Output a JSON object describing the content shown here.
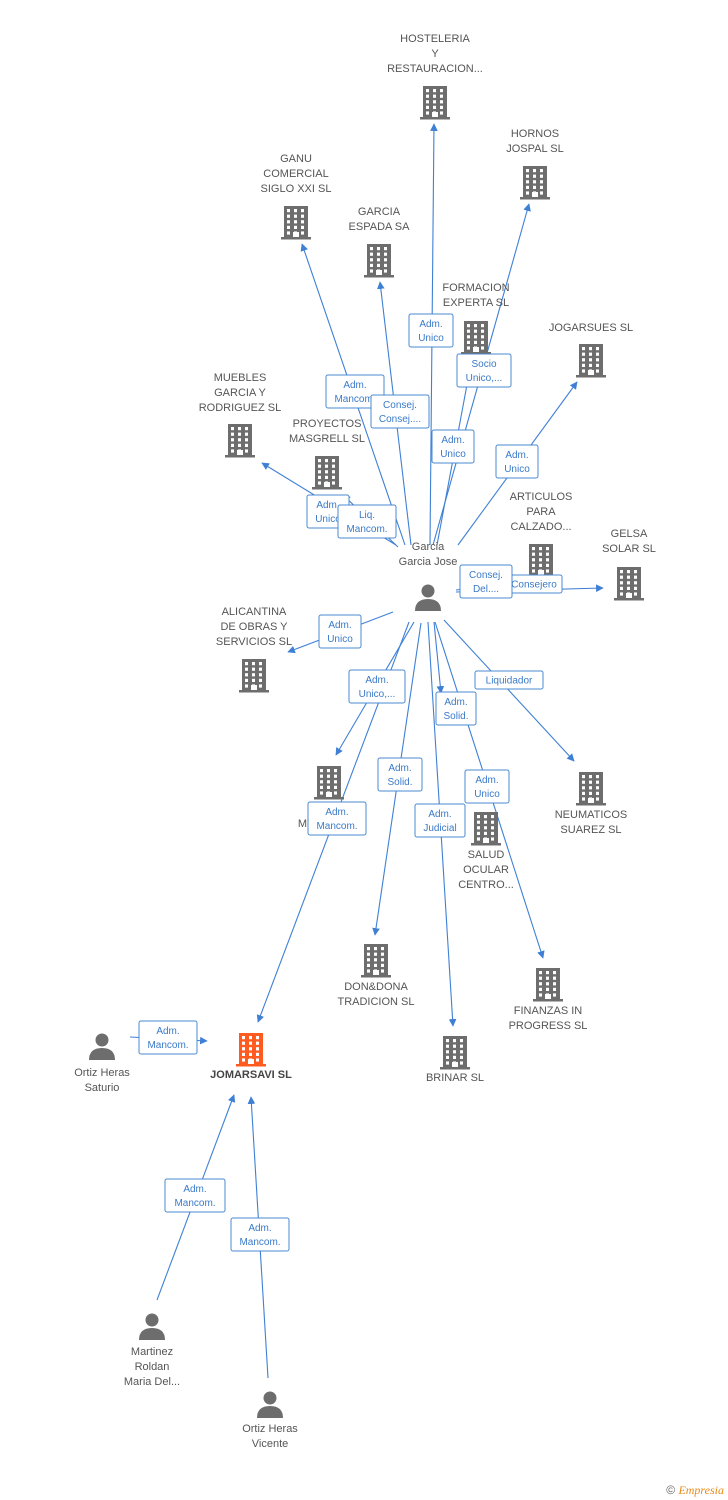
{
  "colors": {
    "accent": "#ff5a1f",
    "node": "#6d6d6d",
    "edge": "#3f80d5",
    "label": "#555555"
  },
  "nodes": [
    {
      "id": "hosteleria",
      "kind": "company",
      "label": [
        "HOSTELERIA",
        "Y",
        "RESTAURACION..."
      ]
    },
    {
      "id": "hornos",
      "kind": "company",
      "label": [
        "HORNOS",
        "JOSPAL SL"
      ]
    },
    {
      "id": "ganu",
      "kind": "company",
      "label": [
        "GANU",
        "COMERCIAL",
        "SIGLO XXI SL"
      ]
    },
    {
      "id": "garcia_espada",
      "kind": "company",
      "label": [
        "GARCIA",
        "ESPADA SA"
      ]
    },
    {
      "id": "formacion",
      "kind": "company",
      "label": [
        "FORMACION",
        "EXPERTA  SL"
      ]
    },
    {
      "id": "jogarsues",
      "kind": "company",
      "label": [
        "JOGARSUES SL"
      ]
    },
    {
      "id": "muebles",
      "kind": "company",
      "label": [
        "MUEBLES",
        "GARCIA Y",
        "RODRIGUEZ SL"
      ]
    },
    {
      "id": "proyectos",
      "kind": "company",
      "label": [
        "PROYECTOS",
        "MASGRELL SL"
      ]
    },
    {
      "id": "articulos",
      "kind": "company",
      "label": [
        "ARTICULOS",
        "PARA",
        "CALZADO..."
      ]
    },
    {
      "id": "gelsa",
      "kind": "company",
      "label": [
        "GELSA",
        "SOLAR SL"
      ]
    },
    {
      "id": "garcia_jose",
      "kind": "person",
      "label": [
        "Garcia",
        "Garcia Jose"
      ]
    },
    {
      "id": "alicantina",
      "kind": "company",
      "label": [
        "ALICANTINA",
        "DE OBRAS Y",
        "SERVICIOS SL"
      ]
    },
    {
      "id": "m_hidden",
      "kind": "company",
      "label": [
        "M..."
      ]
    },
    {
      "id": "neumaticos",
      "kind": "company",
      "label": [
        "NEUMATICOS",
        "SUAREZ SL"
      ]
    },
    {
      "id": "salud",
      "kind": "company",
      "label": [
        "SALUD",
        "OCULAR",
        "CENTRO..."
      ]
    },
    {
      "id": "dondona",
      "kind": "company",
      "label": [
        "DON&DONA",
        "TRADICION SL"
      ]
    },
    {
      "id": "finanzas",
      "kind": "company",
      "label": [
        "FINANZAS IN",
        "PROGRESS  SL"
      ]
    },
    {
      "id": "brinar",
      "kind": "company",
      "label": [
        "BRINAR  SL"
      ]
    },
    {
      "id": "jomarsavi",
      "kind": "company",
      "main": true,
      "label": [
        "JOMARSAVI SL"
      ]
    },
    {
      "id": "ortiz_saturio",
      "kind": "person",
      "label": [
        "Ortiz Heras",
        "Saturio"
      ]
    },
    {
      "id": "martinez",
      "kind": "person",
      "label": [
        "Martinez",
        "Roldan",
        "Maria Del..."
      ]
    },
    {
      "id": "ortiz_vicente",
      "kind": "person",
      "label": [
        "Ortiz Heras",
        "Vicente"
      ]
    }
  ],
  "edges": [
    {
      "from": "garcia_jose",
      "to": "hosteleria",
      "label": [
        "Adm.",
        "Unico"
      ]
    },
    {
      "from": "garcia_jose",
      "to": "hornos",
      "label": [
        "Socio",
        "Unico,..."
      ]
    },
    {
      "from": "garcia_jose",
      "to": "ganu",
      "label": [
        "Adm.",
        "Mancom."
      ]
    },
    {
      "from": "garcia_jose",
      "to": "garcia_espada",
      "label": [
        "Consej.",
        "Consej...."
      ]
    },
    {
      "from": "garcia_jose",
      "to": "formacion",
      "label": [
        "Adm.",
        "Unico"
      ]
    },
    {
      "from": "garcia_jose",
      "to": "jogarsues",
      "label": [
        "Adm.",
        "Unico"
      ]
    },
    {
      "from": "garcia_jose",
      "to": "muebles",
      "label": [
        "Adm.",
        "Unico"
      ]
    },
    {
      "from": "garcia_jose",
      "to": "proyectos",
      "label": [
        "Liq.",
        "Mancom."
      ]
    },
    {
      "from": "garcia_jose",
      "to": "articulos",
      "label": [
        "Consejero"
      ]
    },
    {
      "from": "garcia_jose",
      "to": "gelsa",
      "label": [
        "Consej.",
        "Del...."
      ]
    },
    {
      "from": "garcia_jose",
      "to": "alicantina",
      "label": [
        "Adm.",
        "Unico"
      ]
    },
    {
      "from": "garcia_jose",
      "to": "m_hidden",
      "label": [
        "Adm.",
        "Unico,..."
      ]
    },
    {
      "from": "garcia_jose",
      "to": "neumaticos",
      "label": [
        "Liquidador"
      ]
    },
    {
      "from": "garcia_jose",
      "to": "salud",
      "label": [
        "Adm.",
        "Solid."
      ]
    },
    {
      "from": "garcia_jose",
      "to": "dondona",
      "label": [
        "Adm.",
        "Solid."
      ]
    },
    {
      "from": "garcia_jose",
      "to": "finanzas",
      "label": [
        "Adm.",
        "Unico"
      ]
    },
    {
      "from": "garcia_jose",
      "to": "brinar",
      "label": [
        "Adm.",
        "Judicial"
      ]
    },
    {
      "from": "garcia_jose",
      "to": "jomarsavi",
      "label": [
        "Adm.",
        "Mancom."
      ]
    },
    {
      "from": "ortiz_saturio",
      "to": "jomarsavi",
      "label": [
        "Adm.",
        "Mancom."
      ]
    },
    {
      "from": "martinez",
      "to": "jomarsavi",
      "label": [
        "Adm.",
        "Mancom."
      ]
    },
    {
      "from": "ortiz_vicente",
      "to": "jomarsavi",
      "label": [
        "Adm.",
        "Mancom."
      ]
    }
  ],
  "footer": {
    "copyright": "©",
    "brand": "Empresia"
  }
}
